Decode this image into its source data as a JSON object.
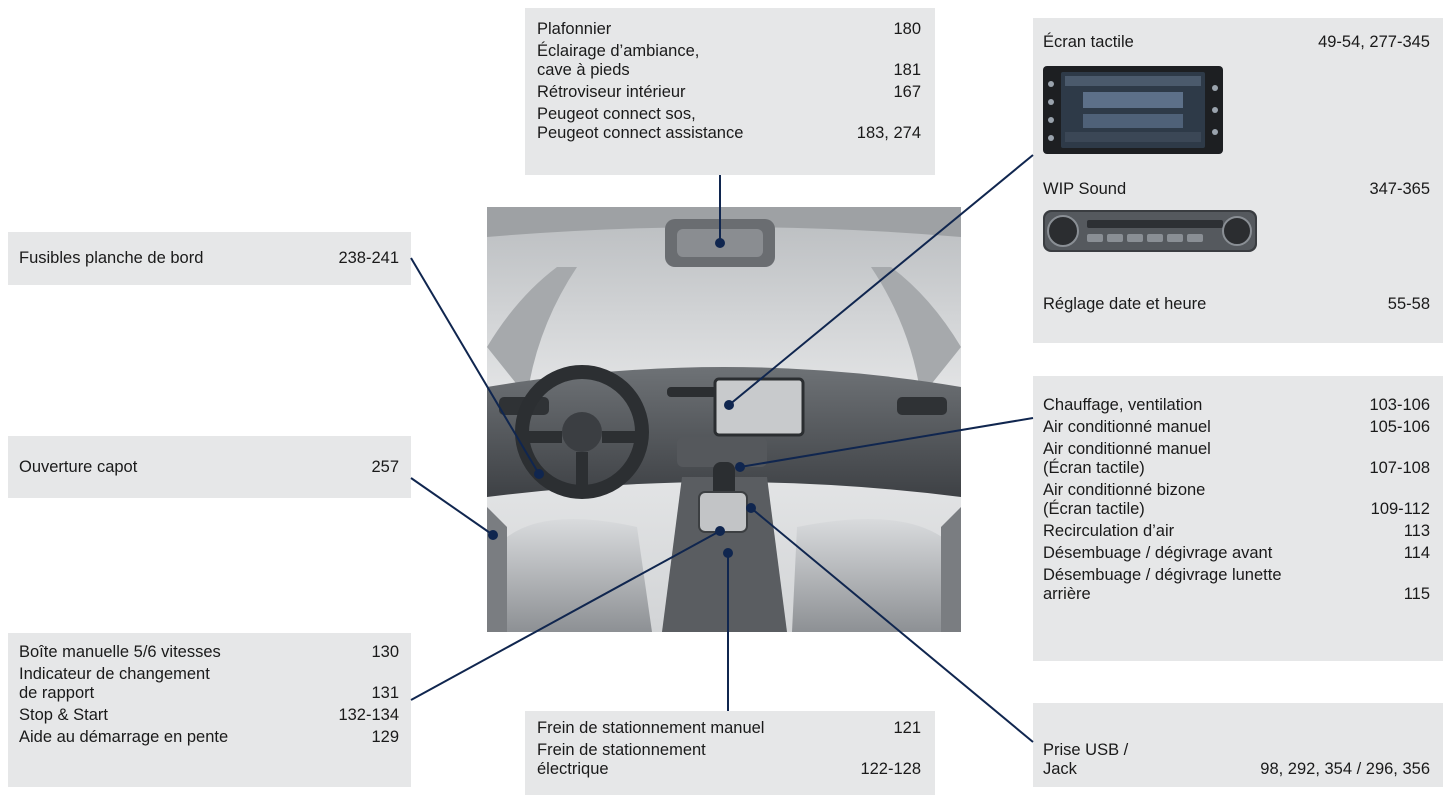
{
  "top_box": {
    "entries": [
      {
        "label": "Plafonnier",
        "pages": "180"
      },
      {
        "label": "Éclairage d’ambiance,\n  cave à pieds",
        "pages": "181"
      },
      {
        "label": "Rétroviseur intérieur",
        "pages": "167"
      },
      {
        "label": "Peugeot connect sos,\n  Peugeot connect assistance",
        "pages": "183, 274"
      }
    ]
  },
  "right_box": {
    "screen": {
      "label": "Écran tactile",
      "pages": "49-54, 277-345"
    },
    "sound": {
      "label": "WIP Sound",
      "pages": "347-365"
    },
    "datetime": {
      "label": "Réglage date et heure",
      "pages": "55-58"
    }
  },
  "fuses_box": {
    "label": "Fusibles planche de bord",
    "pages": "238-241"
  },
  "hood_box": {
    "label": "Ouverture capot",
    "pages": "257"
  },
  "gear_box": {
    "entries": [
      {
        "label": "Boîte manuelle 5/6 vitesses",
        "pages": "130"
      },
      {
        "label": "Indicateur de changement\n  de rapport",
        "pages": "131"
      },
      {
        "label": "Stop & Start",
        "pages": "132-134"
      },
      {
        "label": "Aide au démarrage en pente",
        "pages": "129"
      }
    ]
  },
  "clim_box": {
    "entries": [
      {
        "label": "Chauffage, ventilation",
        "pages": "103-106"
      },
      {
        "label": "Air conditionné manuel",
        "pages": "105-106"
      },
      {
        "label": "Air conditionné manuel\n  (Écran tactile)",
        "pages": "107-108"
      },
      {
        "label": "Air conditionné bizone\n  (Écran tactile)",
        "pages": "109-112"
      },
      {
        "label": "Recirculation d’air",
        "pages": "113"
      },
      {
        "label": "Désembuage / dégivrage avant",
        "pages": "114"
      },
      {
        "label": "Désembuage / dégivrage lunette\n  arrière",
        "pages": "115"
      }
    ]
  },
  "parking_box": {
    "entries": [
      {
        "label": "Frein de stationnement manuel",
        "pages": "121"
      },
      {
        "label": "Frein de stationnement\n  électrique",
        "pages": "122-128"
      }
    ]
  },
  "usb_box": {
    "label": "Prise USB /\n  Jack",
    "pages": "98, 292, 354 / 296, 356"
  },
  "colors": {
    "box_bg": "#e6e7e8",
    "leader": "#10264f",
    "text": "#1a1a1a"
  }
}
